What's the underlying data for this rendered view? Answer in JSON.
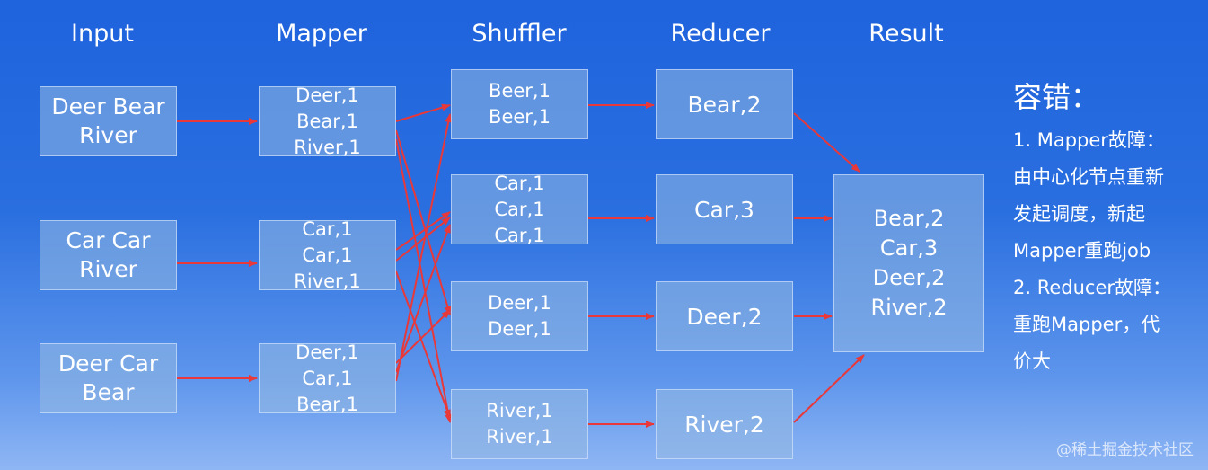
{
  "headers": {
    "input": "Input",
    "mapper": "Mapper",
    "shuffler": "Shuffler",
    "reducer": "Reducer",
    "result": "Result"
  },
  "inputs": [
    [
      "Deer Bear",
      "River"
    ],
    [
      "Car Car",
      "River"
    ],
    [
      "Deer Car",
      "Bear"
    ]
  ],
  "mappers": [
    [
      "Deer,1",
      "Bear,1",
      "River,1"
    ],
    [
      "Car,1",
      "Car,1",
      "River,1"
    ],
    [
      "Deer,1",
      "Car,1",
      "Bear,1"
    ]
  ],
  "shufflers": [
    [
      "Beer,1",
      "Beer,1"
    ],
    [
      "Car,1",
      "Car,1",
      "Car,1"
    ],
    [
      "Deer,1",
      "Deer,1"
    ],
    [
      "River,1",
      "River,1"
    ]
  ],
  "reducers": [
    "Bear,2",
    "Car,3",
    "Deer,2",
    "River,2"
  ],
  "result": [
    "Bear,2",
    "Car,3",
    "Deer,2",
    "River,2"
  ],
  "note": {
    "title": "容错：",
    "lines": [
      "1. Mapper故障：",
      "由中心化节点重新",
      "发起调度，新起",
      "Mapper重跑job",
      "2. Reducer故障：",
      "重跑Mapper，代",
      "价大"
    ]
  },
  "watermark": "@稀土掘金技术社区",
  "colors": {
    "arrow": "#e8383a",
    "background_top": "#1f63dd",
    "background_bottom": "#8fb6f4"
  }
}
